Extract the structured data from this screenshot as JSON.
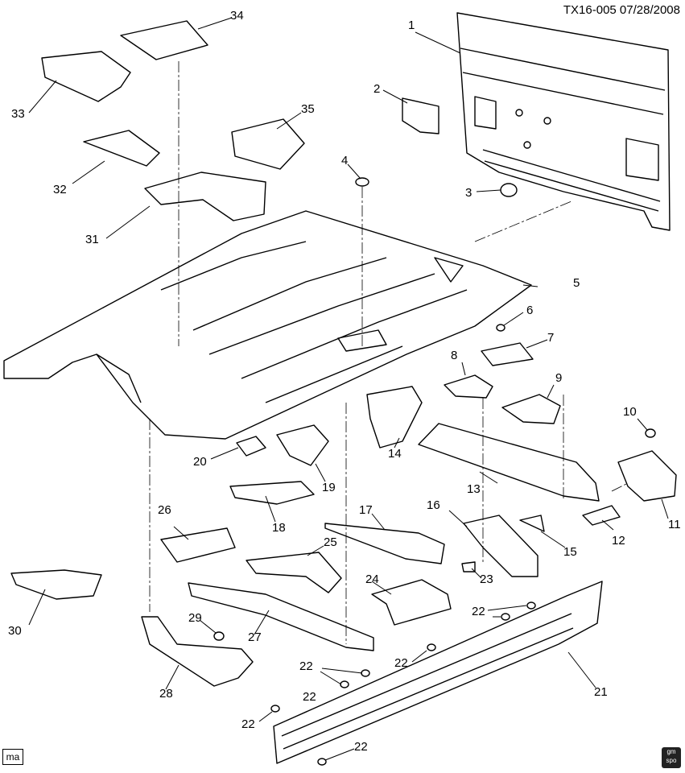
{
  "diagram": {
    "reference": "TX16-005  07/28/2008",
    "corner_badge": "ma",
    "logo_text": [
      "gm",
      "spo"
    ],
    "callouts": [
      "1",
      "2",
      "3",
      "4",
      "5",
      "6",
      "7",
      "8",
      "9",
      "10",
      "11",
      "12",
      "13",
      "14",
      "15",
      "16",
      "17",
      "18",
      "19",
      "20",
      "21",
      "22",
      "22",
      "22",
      "22",
      "22",
      "22",
      "23",
      "24",
      "25",
      "26",
      "27",
      "28",
      "29",
      "30",
      "31",
      "32",
      "33",
      "34",
      "35"
    ]
  }
}
